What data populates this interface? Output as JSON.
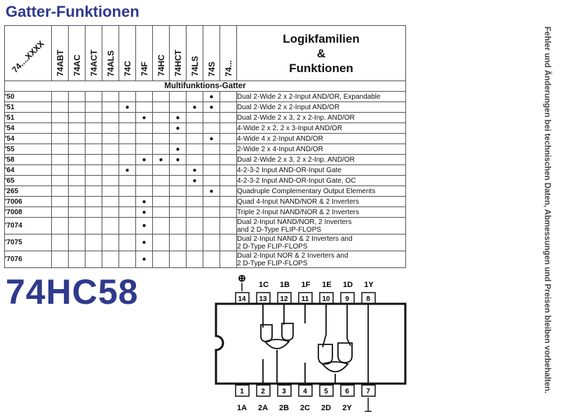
{
  "title": "Gatter-Funktionen",
  "big_label": "74HC58",
  "side_note": "Fehler und Änderungen bei technischen Daten, Abmessungen und Preisen bleiben vorbehalten.",
  "table": {
    "corner_label": "74....XXXX",
    "families": [
      "74ABT",
      "74AC",
      "74ACT",
      "74ALS",
      "74C",
      "74F",
      "74HC",
      "74HCT",
      "74LS",
      "74S",
      "74..."
    ],
    "header": {
      "line1": "Logikfamilien",
      "line2": "&",
      "line3": "Funktionen"
    },
    "section": "Multifunktions-Gatter",
    "rows": [
      {
        "part": "'50",
        "dots": [
          9
        ],
        "desc": "Dual 2-Wide 2 x 2-Input AND/OR, Expandable"
      },
      {
        "part": "'51",
        "dots": [
          4,
          8,
          9
        ],
        "desc": "Dual 2-Wide 2 x 2-Input AND/OR"
      },
      {
        "part": "'51",
        "dots": [
          5,
          7
        ],
        "desc": "Dual 2-Wide 2 x 3, 2 x 2-Inp. AND/OR"
      },
      {
        "part": "'54",
        "dots": [
          7
        ],
        "desc": "4-Wide 2 x 2, 2 x 3-Input AND/OR"
      },
      {
        "part": "'54",
        "dots": [
          9
        ],
        "desc": "4-Wide 4 x 2-Input AND/OR"
      },
      {
        "part": "'55",
        "dots": [
          7
        ],
        "desc": "2-Wide 2 x 4-Input AND/OR"
      },
      {
        "part": "'58",
        "dots": [
          5,
          6,
          7
        ],
        "desc": "Dual 2-Wide 2 x 3, 2 x 2-Inp. AND/OR"
      },
      {
        "part": "'64",
        "dots": [
          4,
          8
        ],
        "desc": "4-2-3-2 Input AND-OR-Input Gate"
      },
      {
        "part": "'65",
        "dots": [
          8
        ],
        "desc": "4-2-3-2 Input AND-OR-Input Gate, OC"
      },
      {
        "part": "'265",
        "dots": [
          9
        ],
        "desc": "Quadruple Complementary Output Elements"
      },
      {
        "part": "'7006",
        "dots": [
          5
        ],
        "desc": "Quad 4-Input NAND/NOR & 2 Inverters"
      },
      {
        "part": "'7008",
        "dots": [
          5
        ],
        "desc": "Triple 2-Input NAND/NOR & 2 Inverters"
      },
      {
        "part": "'7074",
        "dots": [
          5
        ],
        "desc": "Dual 2-Input NAND/NOR, 2 Inverters",
        "desc2": "and 2 D-Type FLIP-FLOPS"
      },
      {
        "part": "'7075",
        "dots": [
          5
        ],
        "desc": "Dual 2-Input NAND & 2 Inverters and",
        "desc2": "2 D-Type FLIP-FLOPS"
      },
      {
        "part": "'7076",
        "dots": [
          5
        ],
        "desc": "Dual 2-Input NOR & 2 Inverters and",
        "desc2": "2 D-Type FLIP-FLOPS"
      }
    ]
  },
  "pinout": {
    "vcc_symbol": "⊕",
    "gnd_symbol": "⊥",
    "top_labels": [
      "1C",
      "1B",
      "1F",
      "1E",
      "1D",
      "1Y"
    ],
    "top_pins": [
      "14",
      "13",
      "12",
      "11",
      "10",
      "9",
      "8"
    ],
    "bottom_pins": [
      "1",
      "2",
      "3",
      "4",
      "5",
      "6",
      "7"
    ],
    "bottom_labels": [
      "1A",
      "2A",
      "2B",
      "2C",
      "2D",
      "2Y"
    ]
  }
}
